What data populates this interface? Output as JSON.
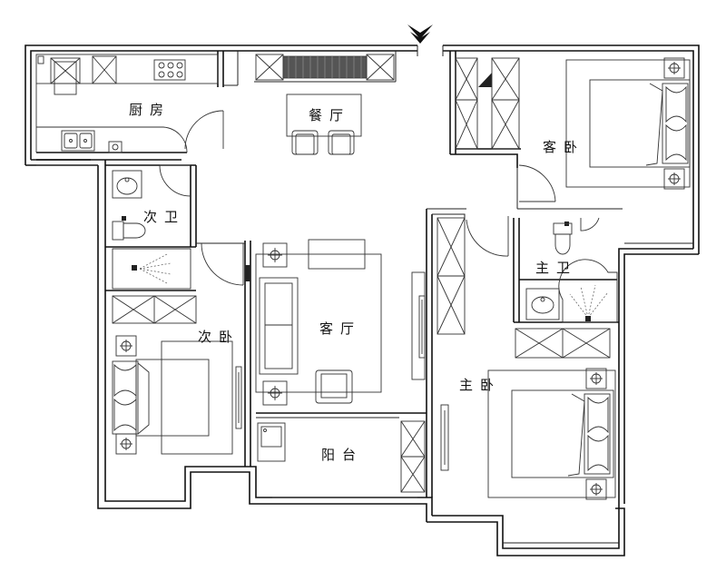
{
  "rooms": {
    "kitchen": "厨房",
    "dining": "餐厅",
    "guest_bedroom": "客卧",
    "second_bath": "次卫",
    "living_room": "客厅",
    "master_bath": "主卫",
    "second_bedroom": "次卧",
    "master_bedroom": "主卧",
    "balcony": "阳台"
  },
  "icons": {
    "entrance": "entrance-arrow-icon"
  }
}
